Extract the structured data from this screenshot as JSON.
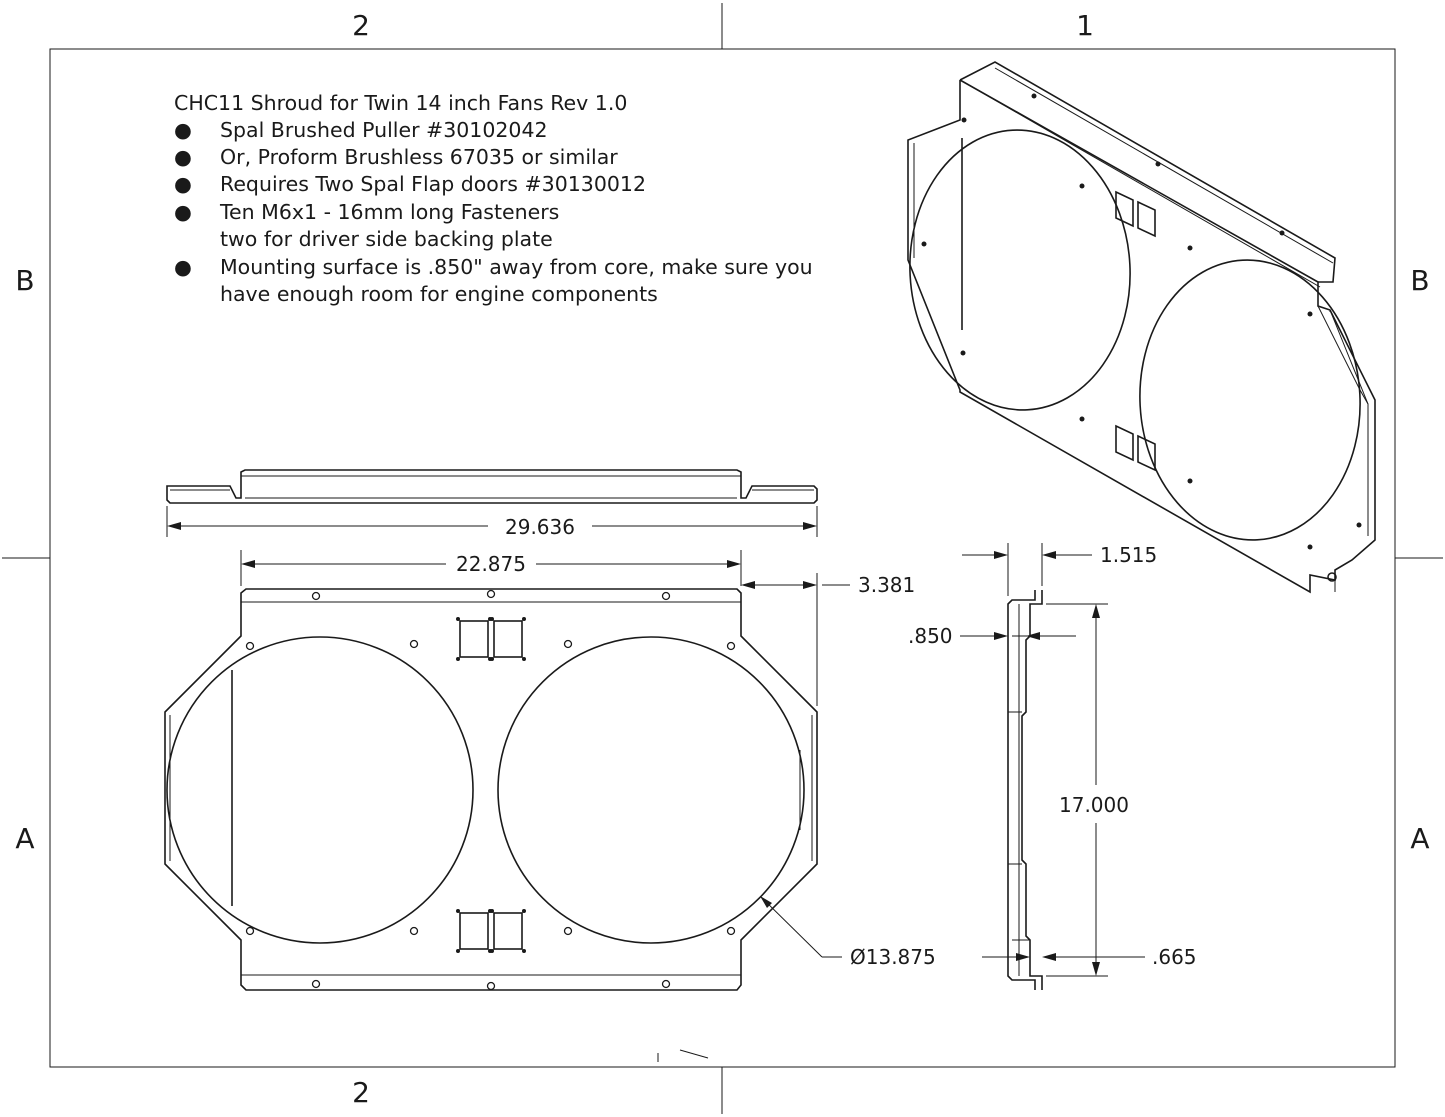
{
  "zones": {
    "top_left": "2",
    "top_right": "1",
    "bottom_left": "2",
    "left_upper": "B",
    "left_lower": "A",
    "right_upper": "B",
    "right_lower": "A"
  },
  "notes": {
    "title": "CHC11 Shroud for Twin 14 inch Fans Rev 1.0",
    "bullet_glyph": "●",
    "items": [
      "Spal Brushed Puller #30102042",
      "Or, Proform Brushless 67035 or similar",
      "Requires Two Spal Flap doors #30130012",
      "Ten M6x1 - 16mm long Fasteners",
      "Mounting surface is .850\" away from core, make sure you"
    ],
    "continuations": [
      "two for driver side backing plate",
      "have enough room for engine components"
    ]
  },
  "dimensions": {
    "overall_width": "29.636",
    "fan_span": "22.875",
    "side_offset": "3.381",
    "depth": "1.515",
    "mount_surface": ".850",
    "height": "17.000",
    "fan_diameter": "Ø13.875",
    "flange": ".665"
  }
}
